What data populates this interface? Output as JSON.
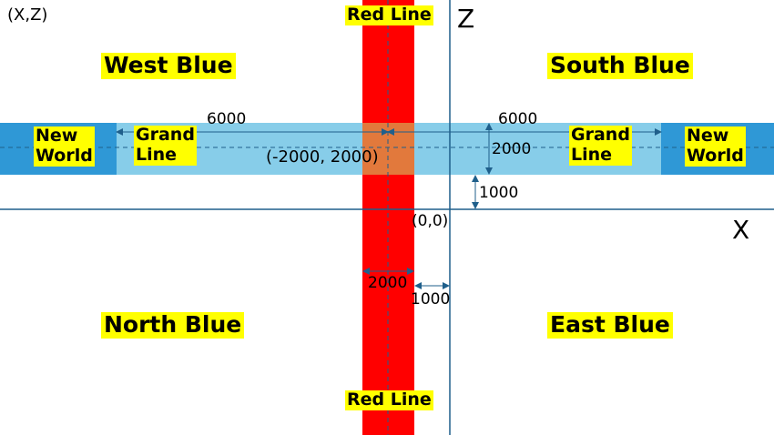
{
  "corner_label": "(X,Z)",
  "axes": {
    "x_label": "X",
    "z_label": "Z",
    "origin_label": "(0,0)"
  },
  "regions": {
    "west_blue": "West Blue",
    "south_blue": "South Blue",
    "north_blue": "North Blue",
    "east_blue": "East Blue"
  },
  "red_line": {
    "top_label": "Red Line",
    "bottom_label": "Red Line",
    "color": "#ff0000"
  },
  "grand_line": {
    "left_label": [
      "Grand",
      "Line"
    ],
    "right_label": [
      "Grand",
      "Line"
    ],
    "color": "#87cde9"
  },
  "new_world": {
    "left_label": [
      "New",
      "World"
    ],
    "right_label": [
      "New",
      "World"
    ],
    "color": "#2f98d6"
  },
  "point_label": "(-2000, 2000)",
  "measurements": {
    "west_width": "6000",
    "east_width": "6000",
    "band_height": "2000",
    "band_offset": "1000",
    "redline_width": "2000",
    "redline_offset": "1000"
  },
  "colors": {
    "label_bg": "#ffff00",
    "axis": "#1f5f8b",
    "overlap": "#e2793c"
  }
}
